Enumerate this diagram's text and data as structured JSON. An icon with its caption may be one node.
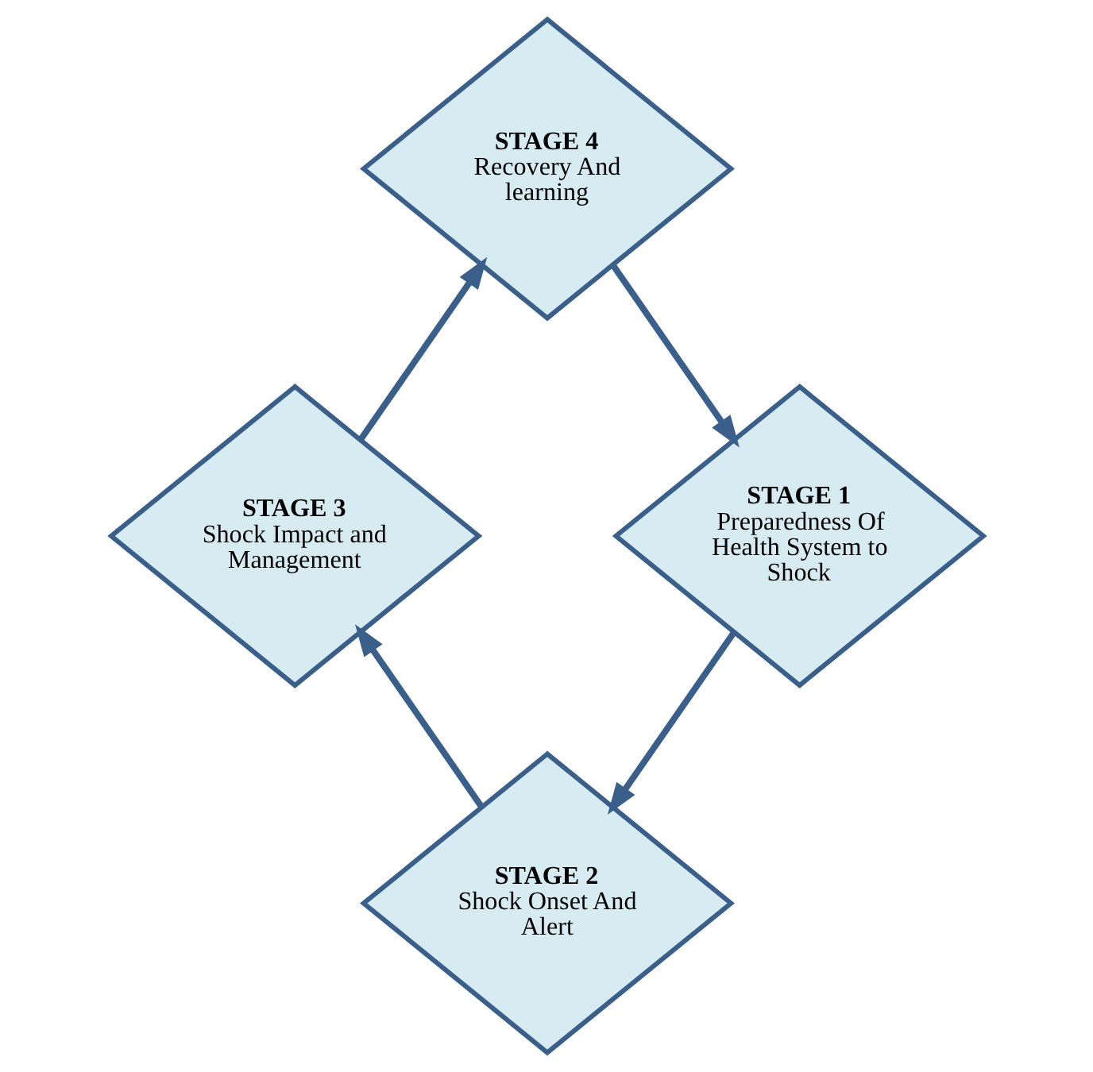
{
  "diagram": {
    "nodes": [
      {
        "text": [
          "STAGE 4",
          "Recovery And learning"
        ]
      },
      {
        "text": [
          "STAGE 3",
          "Shock Impact and Management"
        ]
      },
      {
        "text": [
          "STAGE 1",
          "Preparedness Of Health System to Shock"
        ]
      },
      {
        "text": [
          "STAGE 2",
          "Shock Onset And Alert"
        ]
      }
    ],
    "edges": [
      {
        "from": 0,
        "to": 2,
        "arrow": "to"
      },
      {
        "from": 2,
        "to": 3,
        "arrow": "to"
      },
      {
        "from": 3,
        "to": 1,
        "arrow": "to"
      },
      {
        "from": 1,
        "to": 0,
        "arrow": "to"
      }
    ]
  }
}
